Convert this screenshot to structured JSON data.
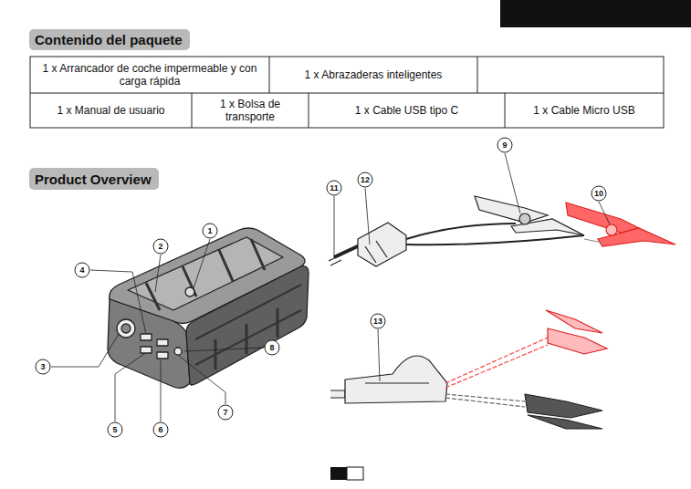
{
  "diagram": {
    "nodes": [
      {
        "text": [
          "Contenido del paquete"
        ]
      },
      {
        "text": [
          "Product Overview"
        ]
      }
    ],
    "labels": [
      "1 x Arrancador de coche impermeable y con carga rápida",
      "1 x Abrazaderas inteligentes",
      "1 x Manual de usuario",
      "1 x Bolsa de transporte",
      "1 x Cable USB tipo C",
      "1 x Cable Micro USB",
      "1",
      "2",
      "3",
      "4",
      "5",
      "6",
      "7",
      "8",
      "9",
      "10",
      "11",
      "12",
      "13"
    ]
  }
}
